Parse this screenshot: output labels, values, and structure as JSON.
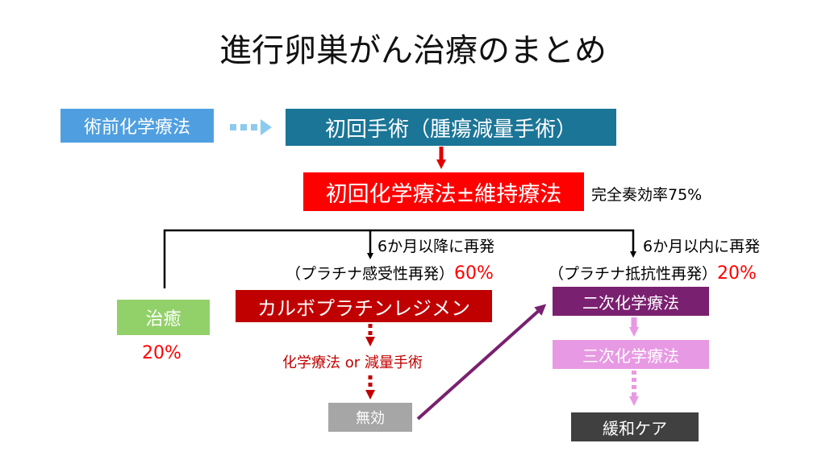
{
  "title": "進行卵巣がん治療のまとめ",
  "nodes": {
    "neoadjuvant": "術前化学療法",
    "primary_surgery": "初回手術（腫瘍減量手術）",
    "first_chemo": "初回化学療法±維持療法",
    "cure": "治癒",
    "carboplatin": "カルボプラチンレジメン",
    "second_chemo": "二次化学療法",
    "third_chemo": "三次化学療法",
    "ineffective": "無効",
    "palliative": "緩和ケア"
  },
  "labels": {
    "complete_response": "完全奏効率75%",
    "cure_rate": "20%",
    "relapse_after_6m": "6か月以降に再発",
    "platinum_sensitive": "（プラチナ感受性再発）",
    "platinum_sensitive_rate": "60%",
    "relapse_within_6m": "6か月以内に再発",
    "platinum_resistant": "（プラチナ抵抗性再発）",
    "platinum_resistant_rate": "20%",
    "chemo_or_surgery_a": "化学療法",
    "chemo_or_surgery_or": "or",
    "chemo_or_surgery_b": "減量手術"
  },
  "colors": {
    "neoadjuvant": "#4f9fe0",
    "primary_surgery": "#1b7597",
    "first_chemo": "#ff0000",
    "cure": "#92d16a",
    "carboplatin": "#c00000",
    "second_chemo": "#7a2070",
    "third_chemo": "#e79ae3",
    "ineffective": "#a6a6a6",
    "palliative": "#404040",
    "highlight_text": "#ff0000"
  }
}
